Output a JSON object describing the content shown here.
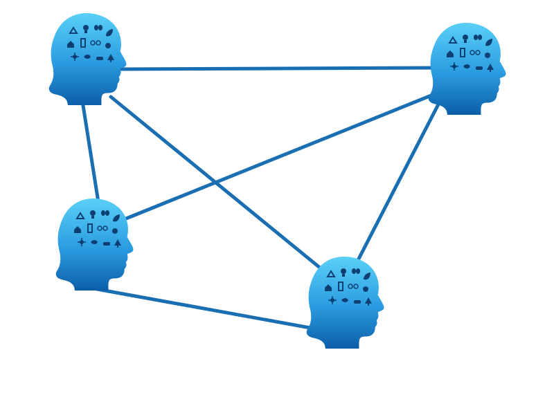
{
  "diagram": {
    "type": "network",
    "line_color": "#1a6fb3",
    "head_color_top": "#5ad0f7",
    "head_color_bottom": "#0b5ea8",
    "icon_color": "#0d3f73",
    "nodes": [
      {
        "id": "head-top-left",
        "icons": [
          "recycle-icon",
          "lightbulb-icon",
          "butterfly-icon",
          "leaf-icon",
          "house-icon",
          "battery-icon",
          "bicycle-icon",
          "flower-icon",
          "sun-icon",
          "fish-icon",
          "car-icon",
          "tree-icon"
        ]
      },
      {
        "id": "head-top-right",
        "icons": [
          "recycle-icon",
          "lightbulb-icon",
          "butterfly-icon",
          "leaf-icon",
          "house-icon",
          "battery-icon",
          "bicycle-icon",
          "flower-icon",
          "sun-icon",
          "fish-icon",
          "car-icon",
          "tree-icon"
        ]
      },
      {
        "id": "head-middle-left",
        "icons": [
          "recycle-icon",
          "lightbulb-icon",
          "butterfly-icon",
          "leaf-icon",
          "house-icon",
          "battery-icon",
          "bicycle-icon",
          "flower-icon",
          "sun-icon",
          "fish-icon",
          "car-icon",
          "tree-icon"
        ]
      },
      {
        "id": "head-bottom-center",
        "icons": [
          "recycle-icon",
          "lightbulb-icon",
          "butterfly-icon",
          "leaf-icon",
          "house-icon",
          "battery-icon",
          "bicycle-icon",
          "flower-icon",
          "sun-icon",
          "fish-icon",
          "car-icon",
          "tree-icon"
        ]
      }
    ],
    "edges": [
      {
        "from": "head-top-left",
        "to": "head-top-right"
      },
      {
        "from": "head-top-left",
        "to": "head-middle-left"
      },
      {
        "from": "head-top-left",
        "to": "head-bottom-center"
      },
      {
        "from": "head-top-right",
        "to": "head-middle-left"
      },
      {
        "from": "head-top-right",
        "to": "head-bottom-center"
      },
      {
        "from": "head-middle-left",
        "to": "head-bottom-center"
      }
    ]
  }
}
